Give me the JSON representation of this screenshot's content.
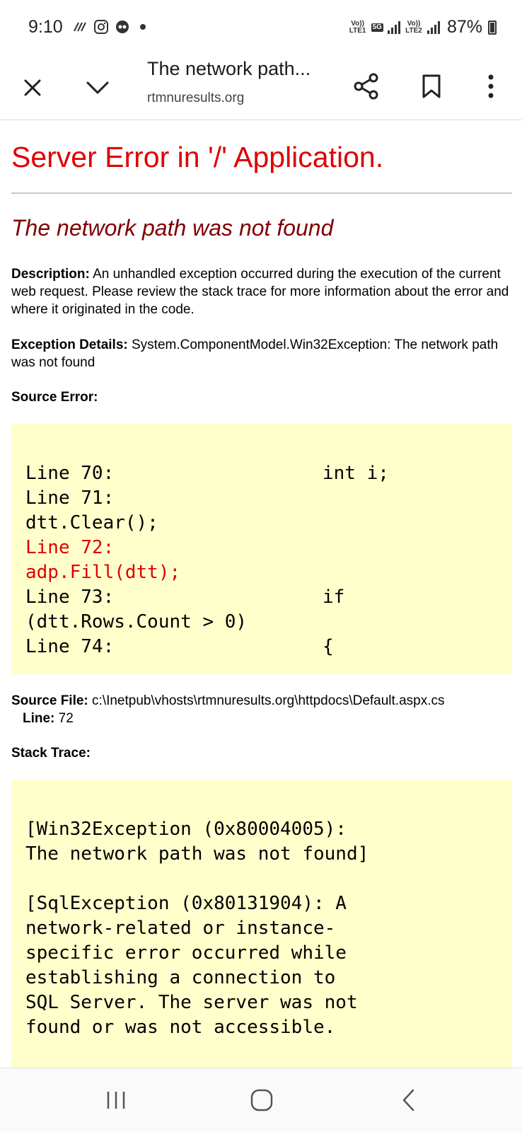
{
  "status_bar": {
    "time": "9:10",
    "left_icons": [
      "data-icon",
      "instagram-icon",
      "app-icon"
    ],
    "sim1_tag": "Vo)) LTE1",
    "sim1_net": "5G",
    "sim2_tag": "Vo)) LTE2",
    "battery": "87%"
  },
  "toolbar": {
    "title": "The network path...",
    "url": "rtmnuresults.org"
  },
  "page": {
    "error_title": "Server Error in '/' Application.",
    "error_subtitle": "The network path was not found",
    "description_label": "Description:",
    "description_text": " An unhandled exception occurred during the execution of the current web request. Please review the stack trace for more information about the error and where it originated in the code.",
    "exception_label": "Exception Details:",
    "exception_text": " System.ComponentModel.Win32Exception: The network path was not found",
    "source_error_label": "Source Error:",
    "source_lines": [
      {
        "a": "Line 70:",
        "b": "int i;"
      },
      {
        "a": "Line 71:",
        "b": ""
      },
      {
        "a": "dtt.Clear();",
        "b": ""
      },
      {
        "a": "Line 72:",
        "b": ""
      },
      {
        "a": "adp.Fill(dtt);",
        "b": ""
      },
      {
        "a": "Line 73:",
        "b": "if"
      },
      {
        "a": "(dtt.Rows.Count > 0)",
        "b": ""
      },
      {
        "a": "Line 74:",
        "b": "{"
      }
    ],
    "source_file_label": "Source File:",
    "source_file_path": " c:\\Inetpub\\vhosts\\rtmnuresults.org\\httpdocs\\Default.aspx.cs",
    "line_label": "Line:",
    "line_value": " 72",
    "stack_trace_label": "Stack Trace:",
    "stack_trace_text": "[Win32Exception (0x80004005):\nThe network path was not found]\n\n[SqlException (0x80131904): A\nnetwork-related or instance-\nspecific error occurred while\nestablishing a connection to\nSQL Server. The server was not\nfound or was not accessible."
  },
  "colors": {
    "error_red": "#e00000",
    "subtitle_maroon": "#800000",
    "code_bg": "#ffffcc"
  }
}
